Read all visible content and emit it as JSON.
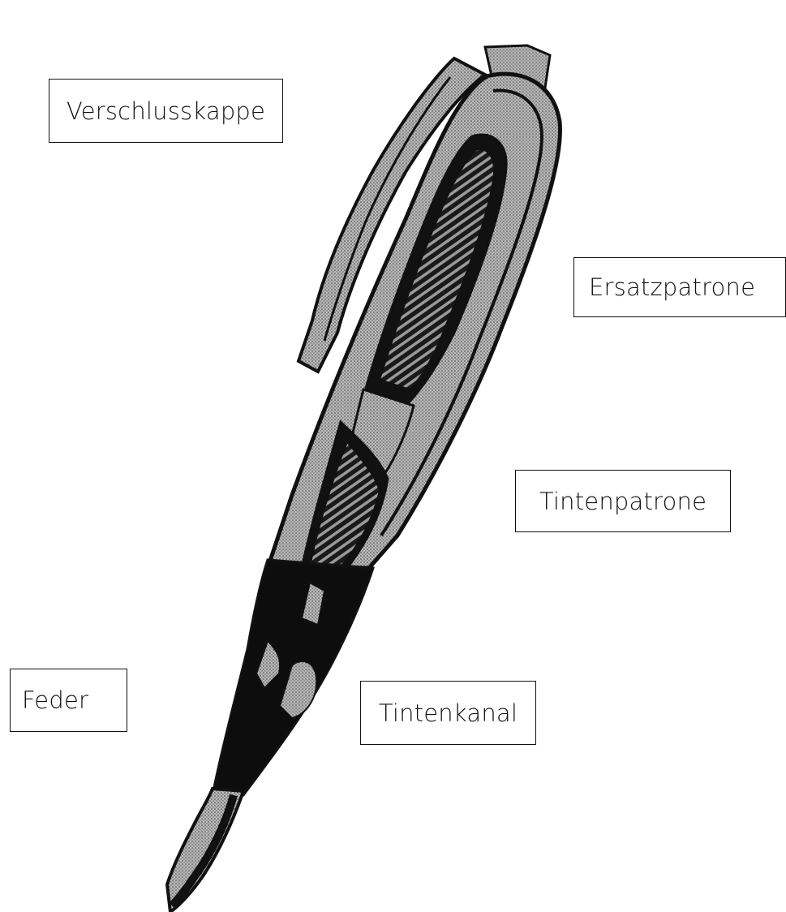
{
  "labels": {
    "cap": "Verschlusskappe",
    "spare_cartridge": "Ersatzpatrone",
    "ink_cartridge": "Tintenpatrone",
    "ink_channel": "Tintenkanal",
    "nib": "Feder"
  },
  "colors": {
    "ink": "#111111",
    "stipple": "#8a8a8a",
    "background": "#ffffff"
  }
}
